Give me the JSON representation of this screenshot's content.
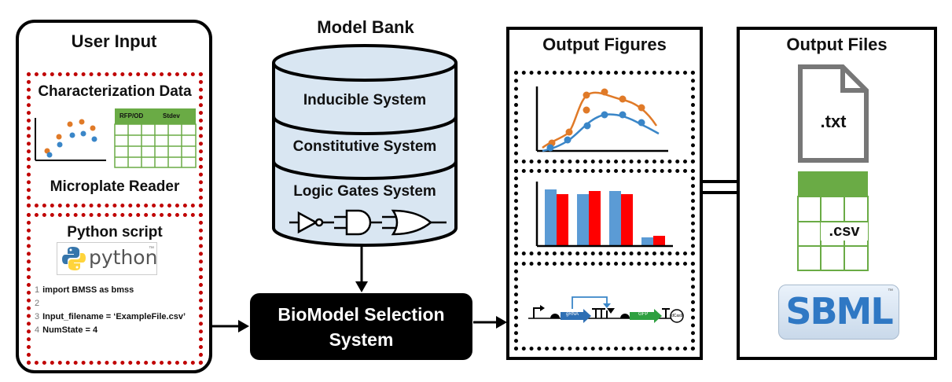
{
  "user_input": {
    "title": "User Input",
    "char_data": {
      "title": "Characterization Data",
      "table_headers": [
        "RFP/OD",
        "Stdev"
      ],
      "reader_label": "Microplate Reader"
    },
    "python": {
      "title": "Python script",
      "logo_text": "python",
      "logo_tm": "™",
      "code_lines": [
        {
          "num": "1",
          "text": "import BMSS as bmss"
        },
        {
          "num": "2",
          "text": ""
        },
        {
          "num": "3",
          "text": "Input_filename = ‘ExampleFile.csv’"
        },
        {
          "num": "4",
          "text": "NumState = 4"
        }
      ]
    }
  },
  "model_bank": {
    "title": "Model Bank",
    "systems": [
      "Inducible System",
      "Constitutive System",
      "Logic Gates System"
    ]
  },
  "selection_system": {
    "line1": "BioModel Selection",
    "line2": "System"
  },
  "output_figures": {
    "title": "Output Figures",
    "gene_labels": [
      "gRNA",
      "GFP",
      "dCas9"
    ]
  },
  "output_files": {
    "title": "Output Files",
    "txt_label": ".txt",
    "csv_label": ".csv",
    "sbml_label": "SBML",
    "sbml_tm": "™"
  },
  "colors": {
    "red_dots": "#c00000",
    "orange": "#e07a28",
    "blue": "#3a86c8",
    "bar_blue": "#5b9bd5",
    "bar_red": "#ff0000",
    "green": "#6aab45",
    "cylinder": "#d9e6f2"
  }
}
